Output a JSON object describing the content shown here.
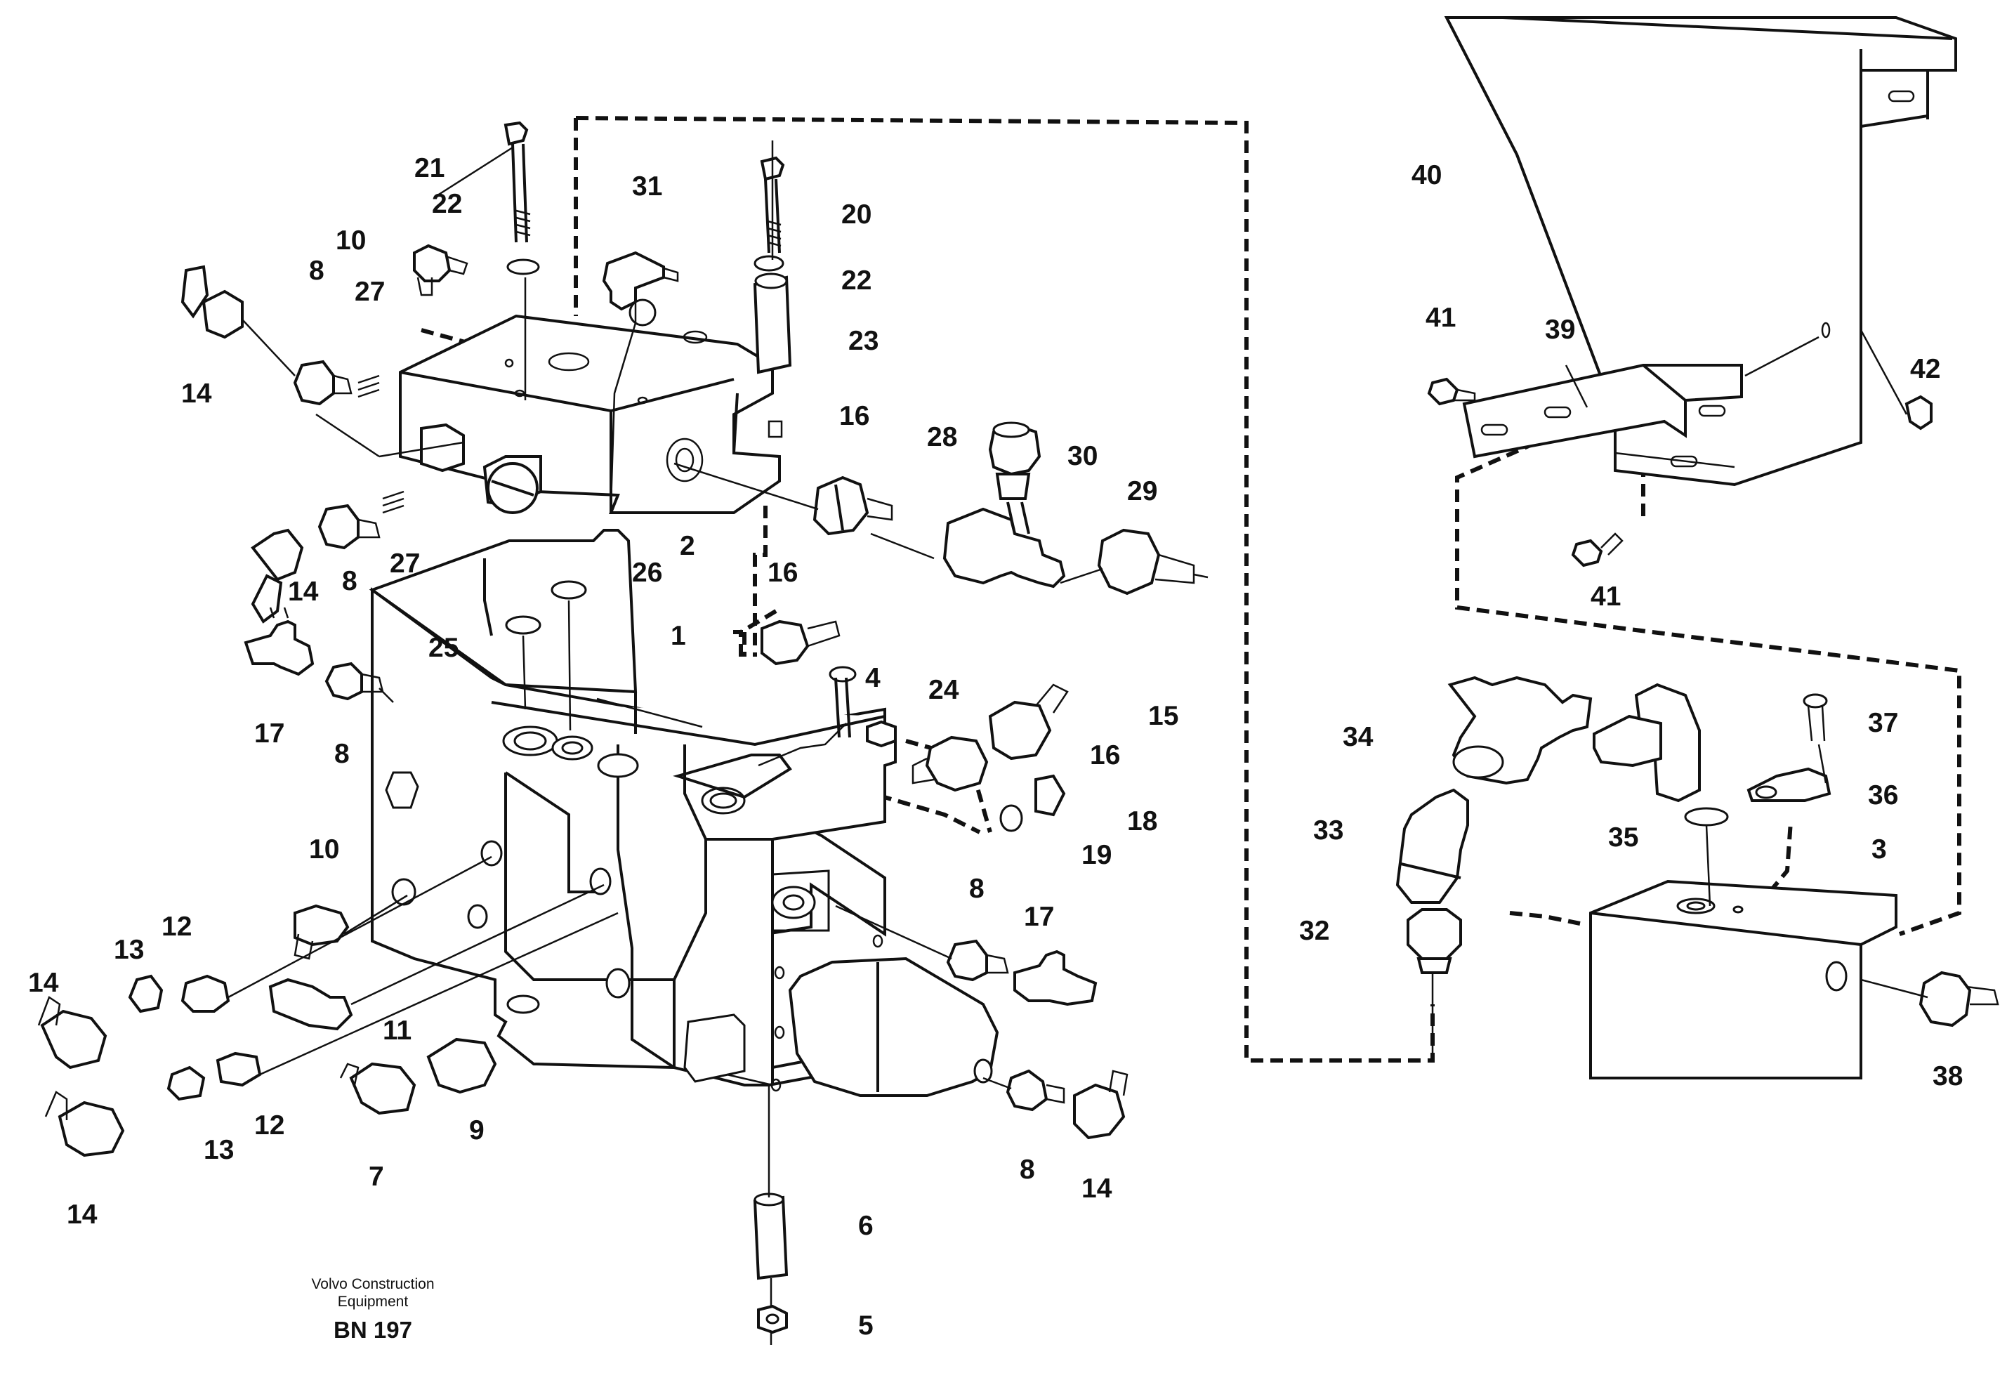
{
  "diagram": {
    "credit_line1": "Volvo Construction",
    "credit_line2": "Equipment",
    "drawing_code": "BN 197",
    "part_labels": [
      "1",
      "2",
      "3",
      "4",
      "5",
      "6",
      "7",
      "8",
      "9",
      "10",
      "11",
      "12",
      "13",
      "14",
      "15",
      "16",
      "17",
      "18",
      "19",
      "20",
      "21",
      "22",
      "23",
      "24",
      "25",
      "26",
      "27",
      "28",
      "29",
      "30",
      "31",
      "32",
      "33",
      "34",
      "35",
      "36",
      "37",
      "38",
      "39",
      "40",
      "41",
      "42"
    ]
  }
}
